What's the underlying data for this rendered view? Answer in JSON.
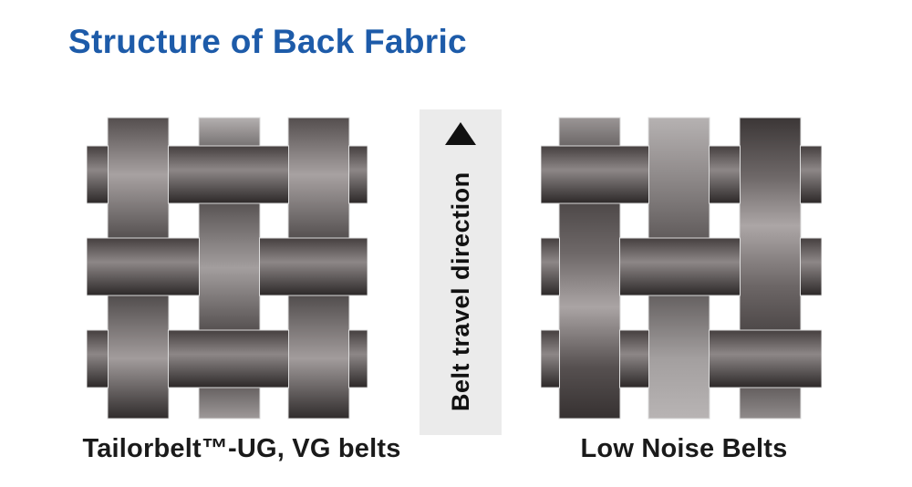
{
  "title": {
    "text": "Structure of Back Fabric",
    "color": "#1d5ba9"
  },
  "direction_band": {
    "label": "Belt travel direction",
    "arrow_icon": "up-triangle",
    "bg_color": "#ebebeb",
    "text_color": "#111111"
  },
  "weave_colors": {
    "row_stops": [
      [
        0,
        "#453f3f"
      ],
      [
        0.42,
        "#8d8787"
      ],
      [
        1,
        "#2c2828"
      ]
    ],
    "outline": "#dcdcdc"
  },
  "weaves": [
    {
      "id": "tailorbelt",
      "label": "Tailorbelt™-UG, VG belts",
      "weave_type": "plain-weave",
      "pattern": [
        [
          1,
          0,
          1
        ],
        [
          0,
          1,
          0
        ],
        [
          1,
          0,
          1
        ]
      ],
      "col_x": [
        23,
        123,
        221
      ],
      "col_stops": [
        [
          [
            0,
            "#544e4e"
          ],
          [
            0.19,
            "#a7a1a1"
          ],
          [
            0.5,
            "#2f2b2b"
          ],
          [
            0.8,
            "#a29c9c"
          ],
          [
            1,
            "#302c2c"
          ]
        ],
        [
          [
            0,
            "#b4b0b0"
          ],
          [
            0.19,
            "#393434"
          ],
          [
            0.5,
            "#a39e9e"
          ],
          [
            0.8,
            "#332e2e"
          ],
          [
            1,
            "#9e9999"
          ]
        ],
        [
          [
            0,
            "#544e4e"
          ],
          [
            0.19,
            "#a7a1a1"
          ],
          [
            0.5,
            "#2f2b2b"
          ],
          [
            0.8,
            "#a29c9c"
          ],
          [
            1,
            "#302c2c"
          ]
        ]
      ]
    },
    {
      "id": "lownoise",
      "label": "Low Noise Belts",
      "weave_type": "twill-weave",
      "pattern": [
        [
          0,
          1,
          1
        ],
        [
          1,
          0,
          1
        ],
        [
          1,
          1,
          0
        ]
      ],
      "col_x": [
        20,
        118,
        218
      ],
      "col_stops": [
        [
          [
            0,
            "#9b9696"
          ],
          [
            0.19,
            "#3c3737"
          ],
          [
            0.45,
            "#6e6868"
          ],
          [
            0.63,
            "#aaa4a4"
          ],
          [
            0.83,
            "#565050"
          ],
          [
            1,
            "#363131"
          ]
        ],
        [
          [
            0,
            "#b6b2b2"
          ],
          [
            0.19,
            "#908b8b"
          ],
          [
            0.5,
            "#4b4646"
          ],
          [
            0.8,
            "#a39f9f"
          ],
          [
            1,
            "#b8b4b4"
          ]
        ],
        [
          [
            0,
            "#3b3636"
          ],
          [
            0.2,
            "#6f6969"
          ],
          [
            0.36,
            "#aca6a6"
          ],
          [
            0.56,
            "#6c6666"
          ],
          [
            0.8,
            "#3b3636"
          ],
          [
            1,
            "#908b8b"
          ]
        ]
      ]
    }
  ]
}
